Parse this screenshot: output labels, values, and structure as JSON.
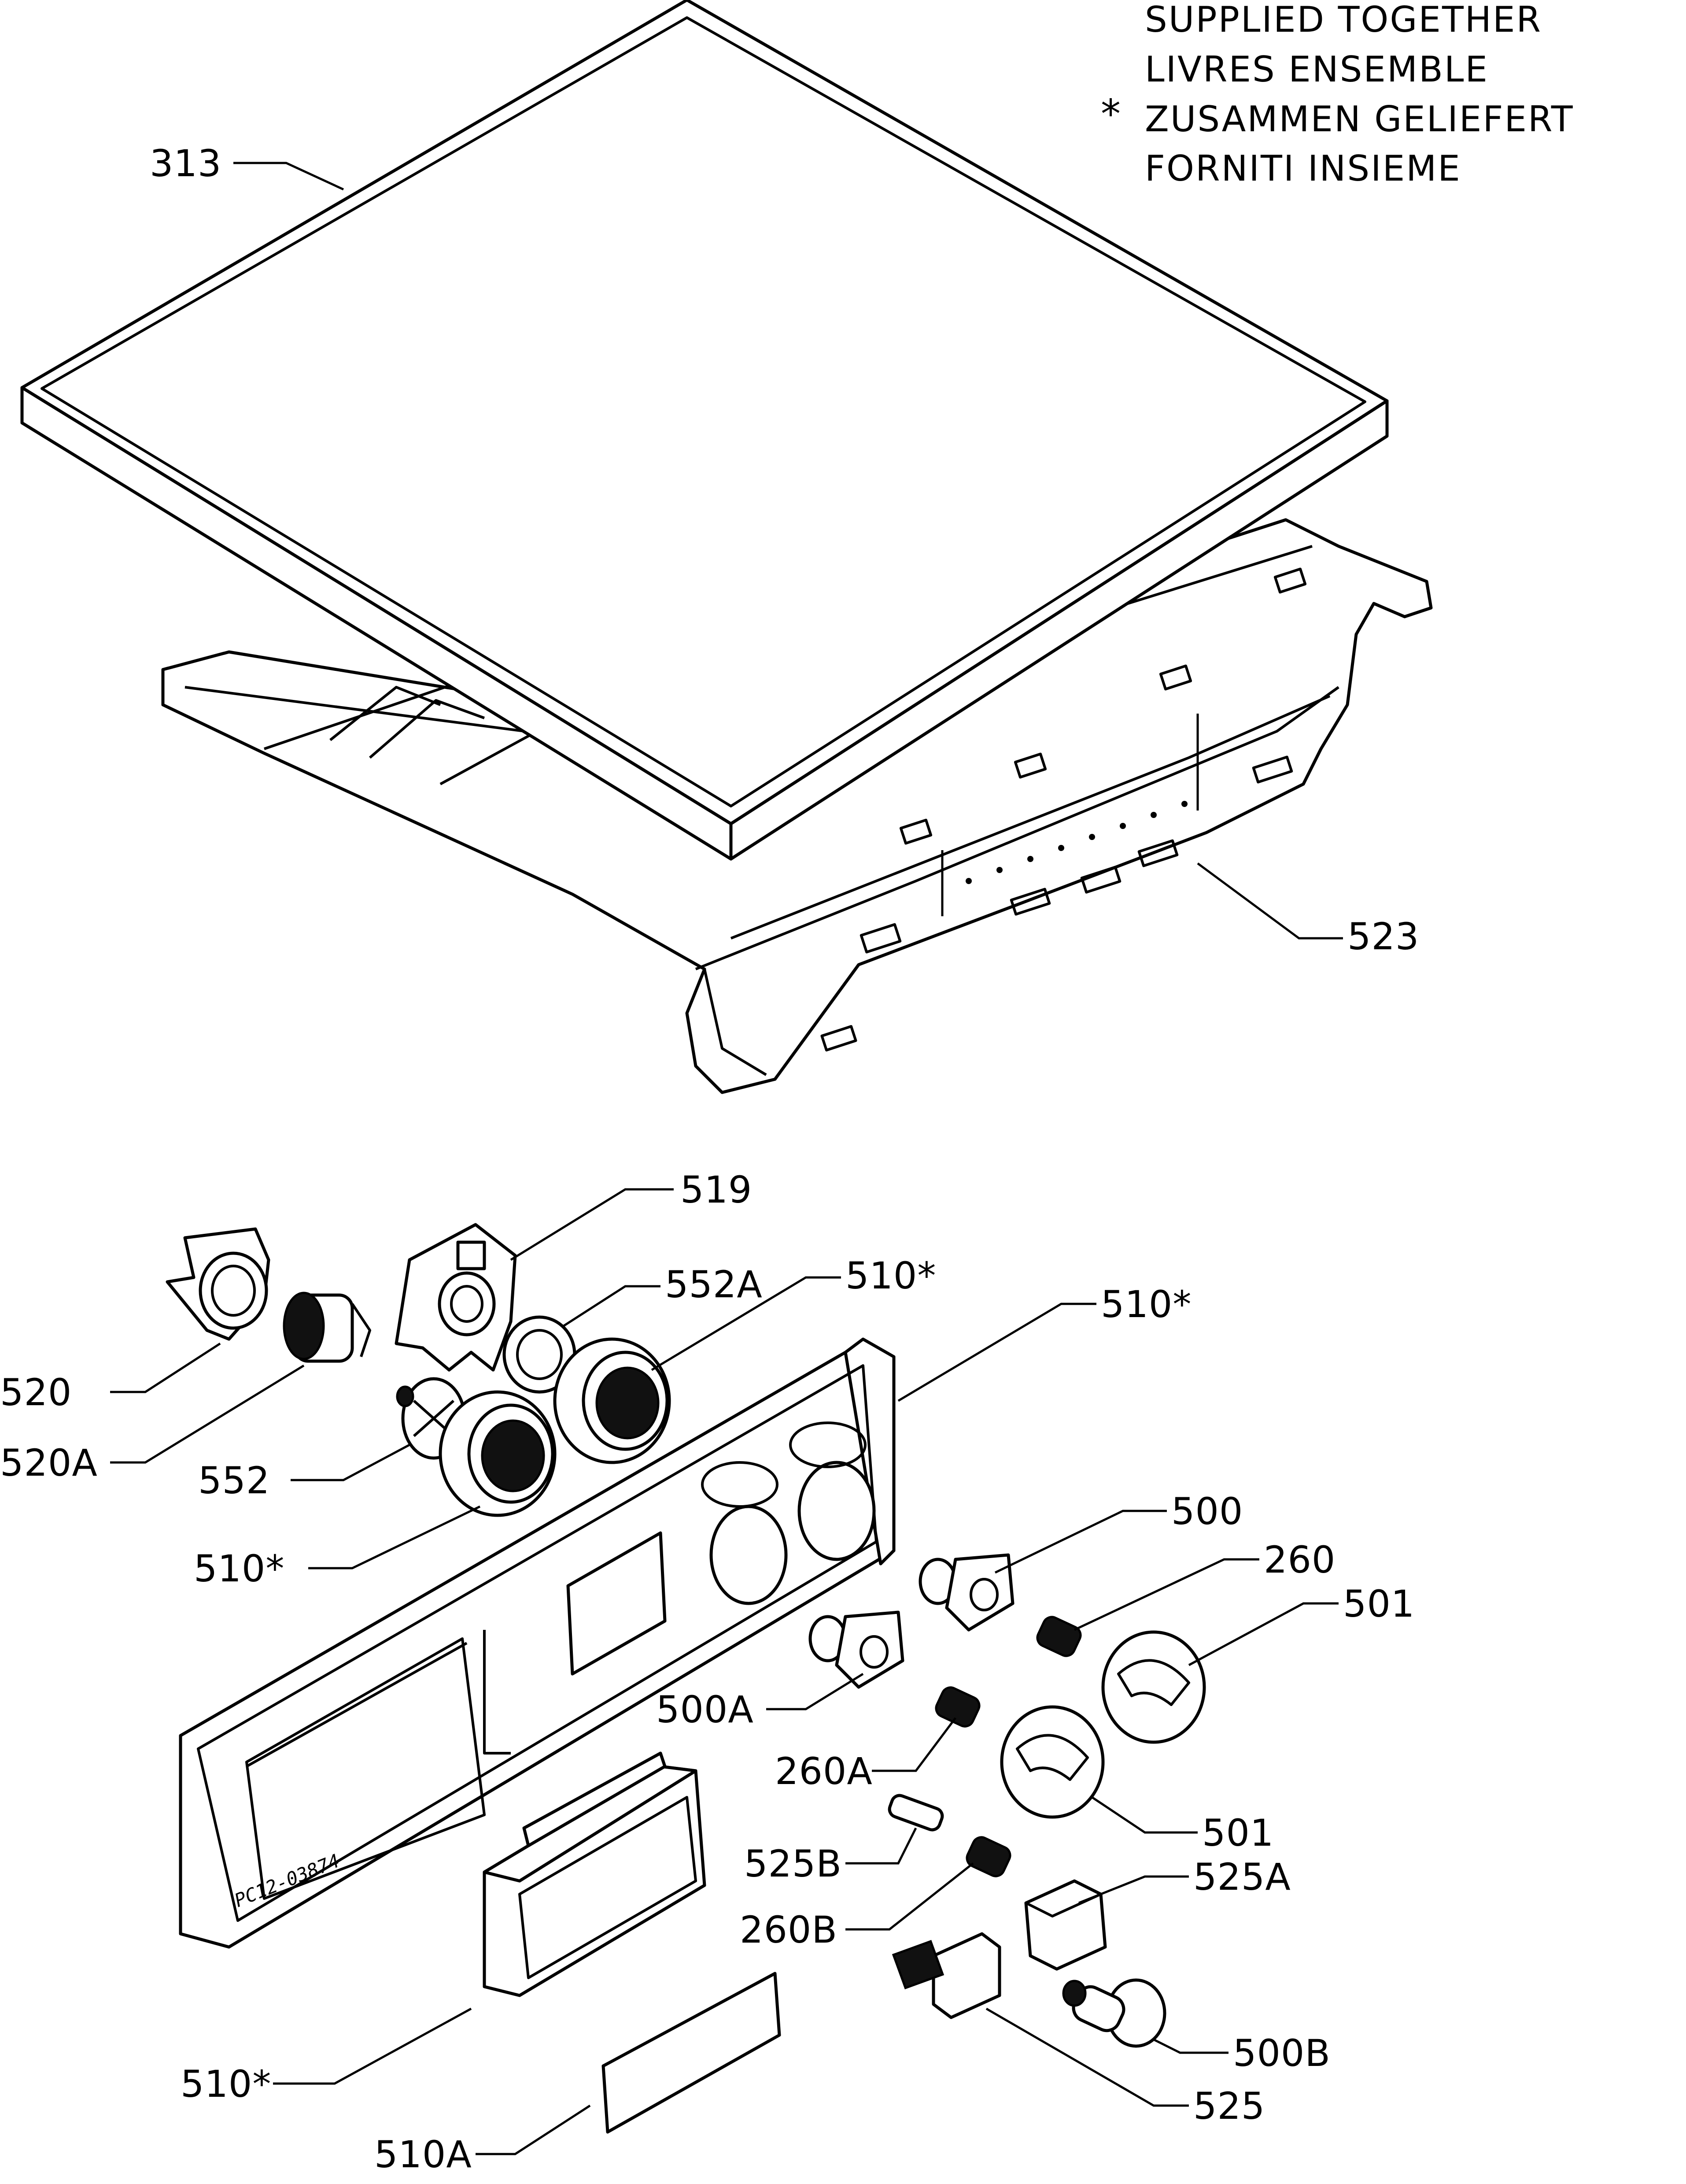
{
  "note": {
    "symbol": "*",
    "lines": [
      "SUPPLIED TOGETHER",
      "LIVRES ENSEMBLE",
      "ZUSAMMEN GELIEFERT",
      "FORNITI INSIEME"
    ]
  },
  "stamp": "PC12-03874",
  "labels": {
    "l313": "313",
    "l523": "523",
    "l519": "519",
    "l552A": "552A",
    "l510a": "510*",
    "l510b": "510*",
    "l520": "520",
    "l520A": "520A",
    "l552": "552",
    "l510c": "510*",
    "l500": "500",
    "l260": "260",
    "l501a": "501",
    "l500A": "500A",
    "l260A": "260A",
    "l501b": "501",
    "l525B": "525B",
    "l525A": "525A",
    "l260B": "260B",
    "l500B": "500B",
    "l510d": "510*",
    "l525": "525",
    "l510A": "510A"
  }
}
